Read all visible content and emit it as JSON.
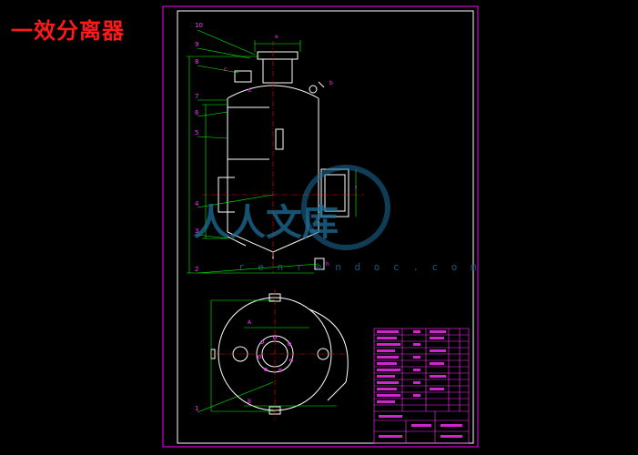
{
  "title": "一效分离器",
  "callouts": [
    "10",
    "9",
    "8",
    "7",
    "6",
    "5",
    "4",
    "3",
    "2",
    "1"
  ],
  "detail_marks": [
    "e",
    "c",
    "d",
    "b",
    "f",
    "h",
    "A",
    "B",
    "J"
  ],
  "watermark": {
    "text": "人人文库",
    "url": "r e n r e n d o c . c o m"
  },
  "colors": {
    "background": "#000000",
    "frame": "#ff00ff",
    "geometry": "#ffffff",
    "dimension": "#00ff00",
    "centerline": "#ff0000",
    "title": "#ff1a1a",
    "watermark": "#1e6f9a"
  }
}
